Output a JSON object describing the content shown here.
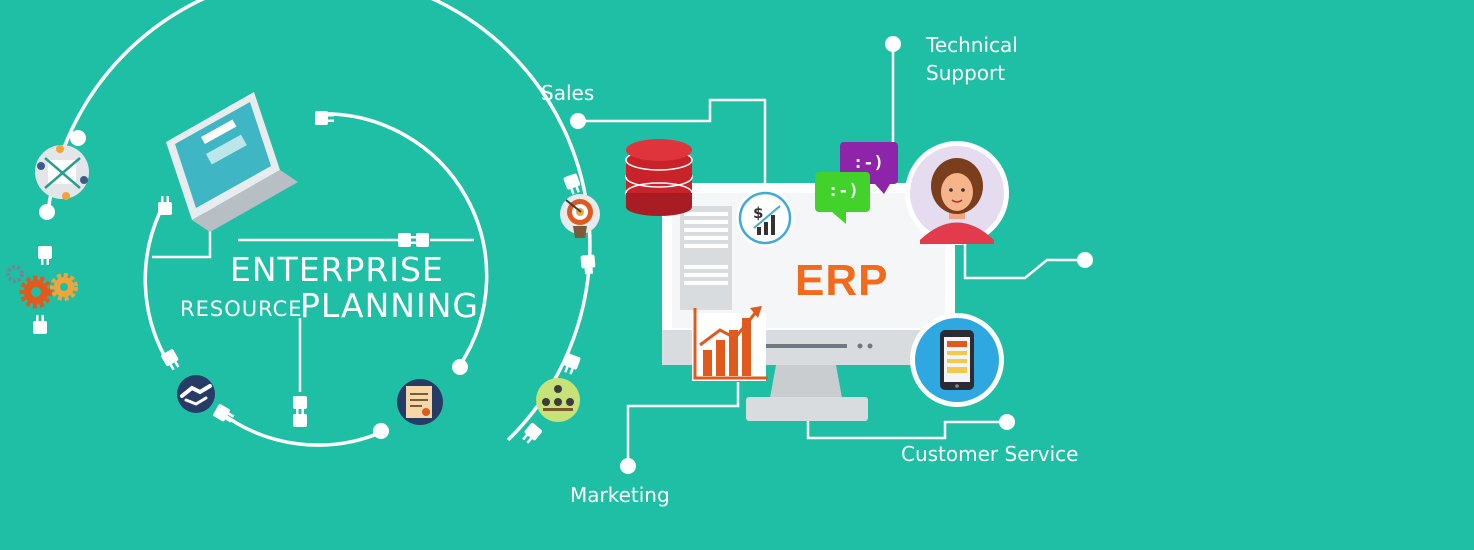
{
  "title": {
    "line1": "ENTERPRISE",
    "line2_small": "RESOURCE",
    "line2_large": "PLANNING"
  },
  "center_label": "ERP",
  "branches": {
    "technical_support": "Technical Support",
    "sales": "Sales",
    "marketing": "Marketing",
    "customer_service": "Customer Service"
  },
  "chat_emoticon": ":-)",
  "price_symbol": "$",
  "icons": [
    "team-meeting-icon",
    "gears-icon",
    "laptop-icon",
    "target-icon",
    "handshake-icon",
    "contract-icon",
    "org-chart-icon",
    "database-icon",
    "monitor-icon",
    "chat-bubble-icon",
    "avatar-icon",
    "smartphone-icon",
    "growth-chart-icon",
    "document-icon"
  ],
  "colors": {
    "background": "#1fbfa5",
    "line": "#ffffff",
    "erp_text": "#f26a1b",
    "database": "#c8222a",
    "chat_purple": "#8e24aa",
    "chat_green": "#43d12b",
    "avatar_shirt": "#e23b4c"
  }
}
